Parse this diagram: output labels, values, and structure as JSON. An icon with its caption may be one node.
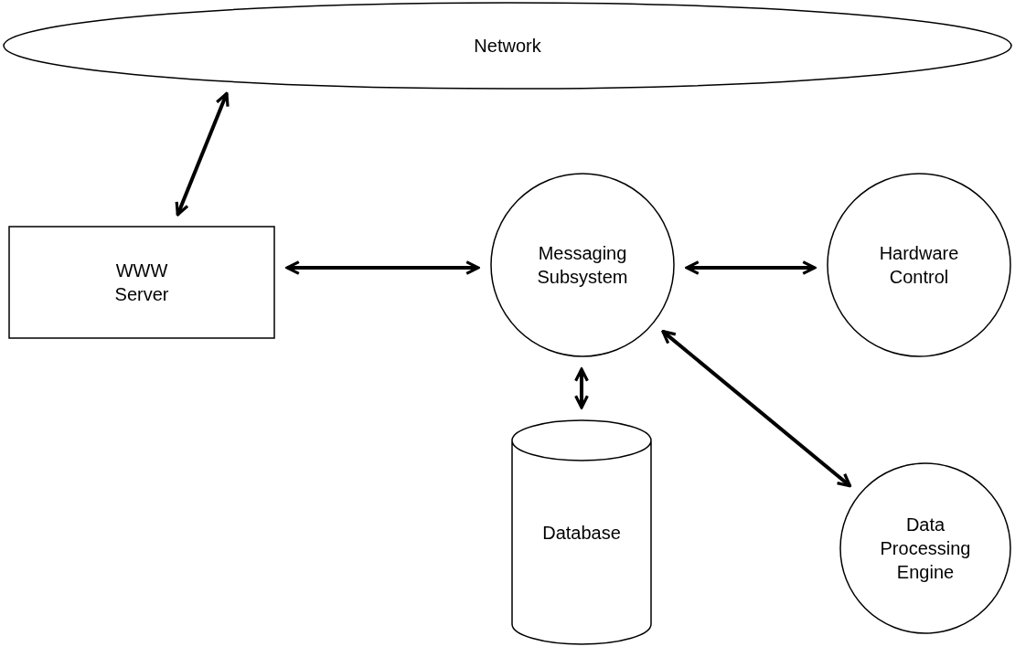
{
  "diagram": {
    "nodes": [
      {
        "text": [
          "Network"
        ]
      },
      {
        "text": [
          "WWW Server"
        ]
      },
      {
        "text": [
          "Messaging Subsystem"
        ]
      },
      {
        "text": [
          "Hardware Control"
        ]
      },
      {
        "text": [
          "Database"
        ]
      },
      {
        "text": [
          "Data Processing Engine"
        ]
      }
    ],
    "edges": [
      {
        "from": 0,
        "to": 1,
        "arrow": "both"
      },
      {
        "from": 1,
        "to": 2,
        "arrow": "both"
      },
      {
        "from": 2,
        "to": 3,
        "arrow": "both"
      },
      {
        "from": 2,
        "to": 4,
        "arrow": "both"
      },
      {
        "from": 2,
        "to": 5,
        "arrow": "both"
      }
    ]
  }
}
